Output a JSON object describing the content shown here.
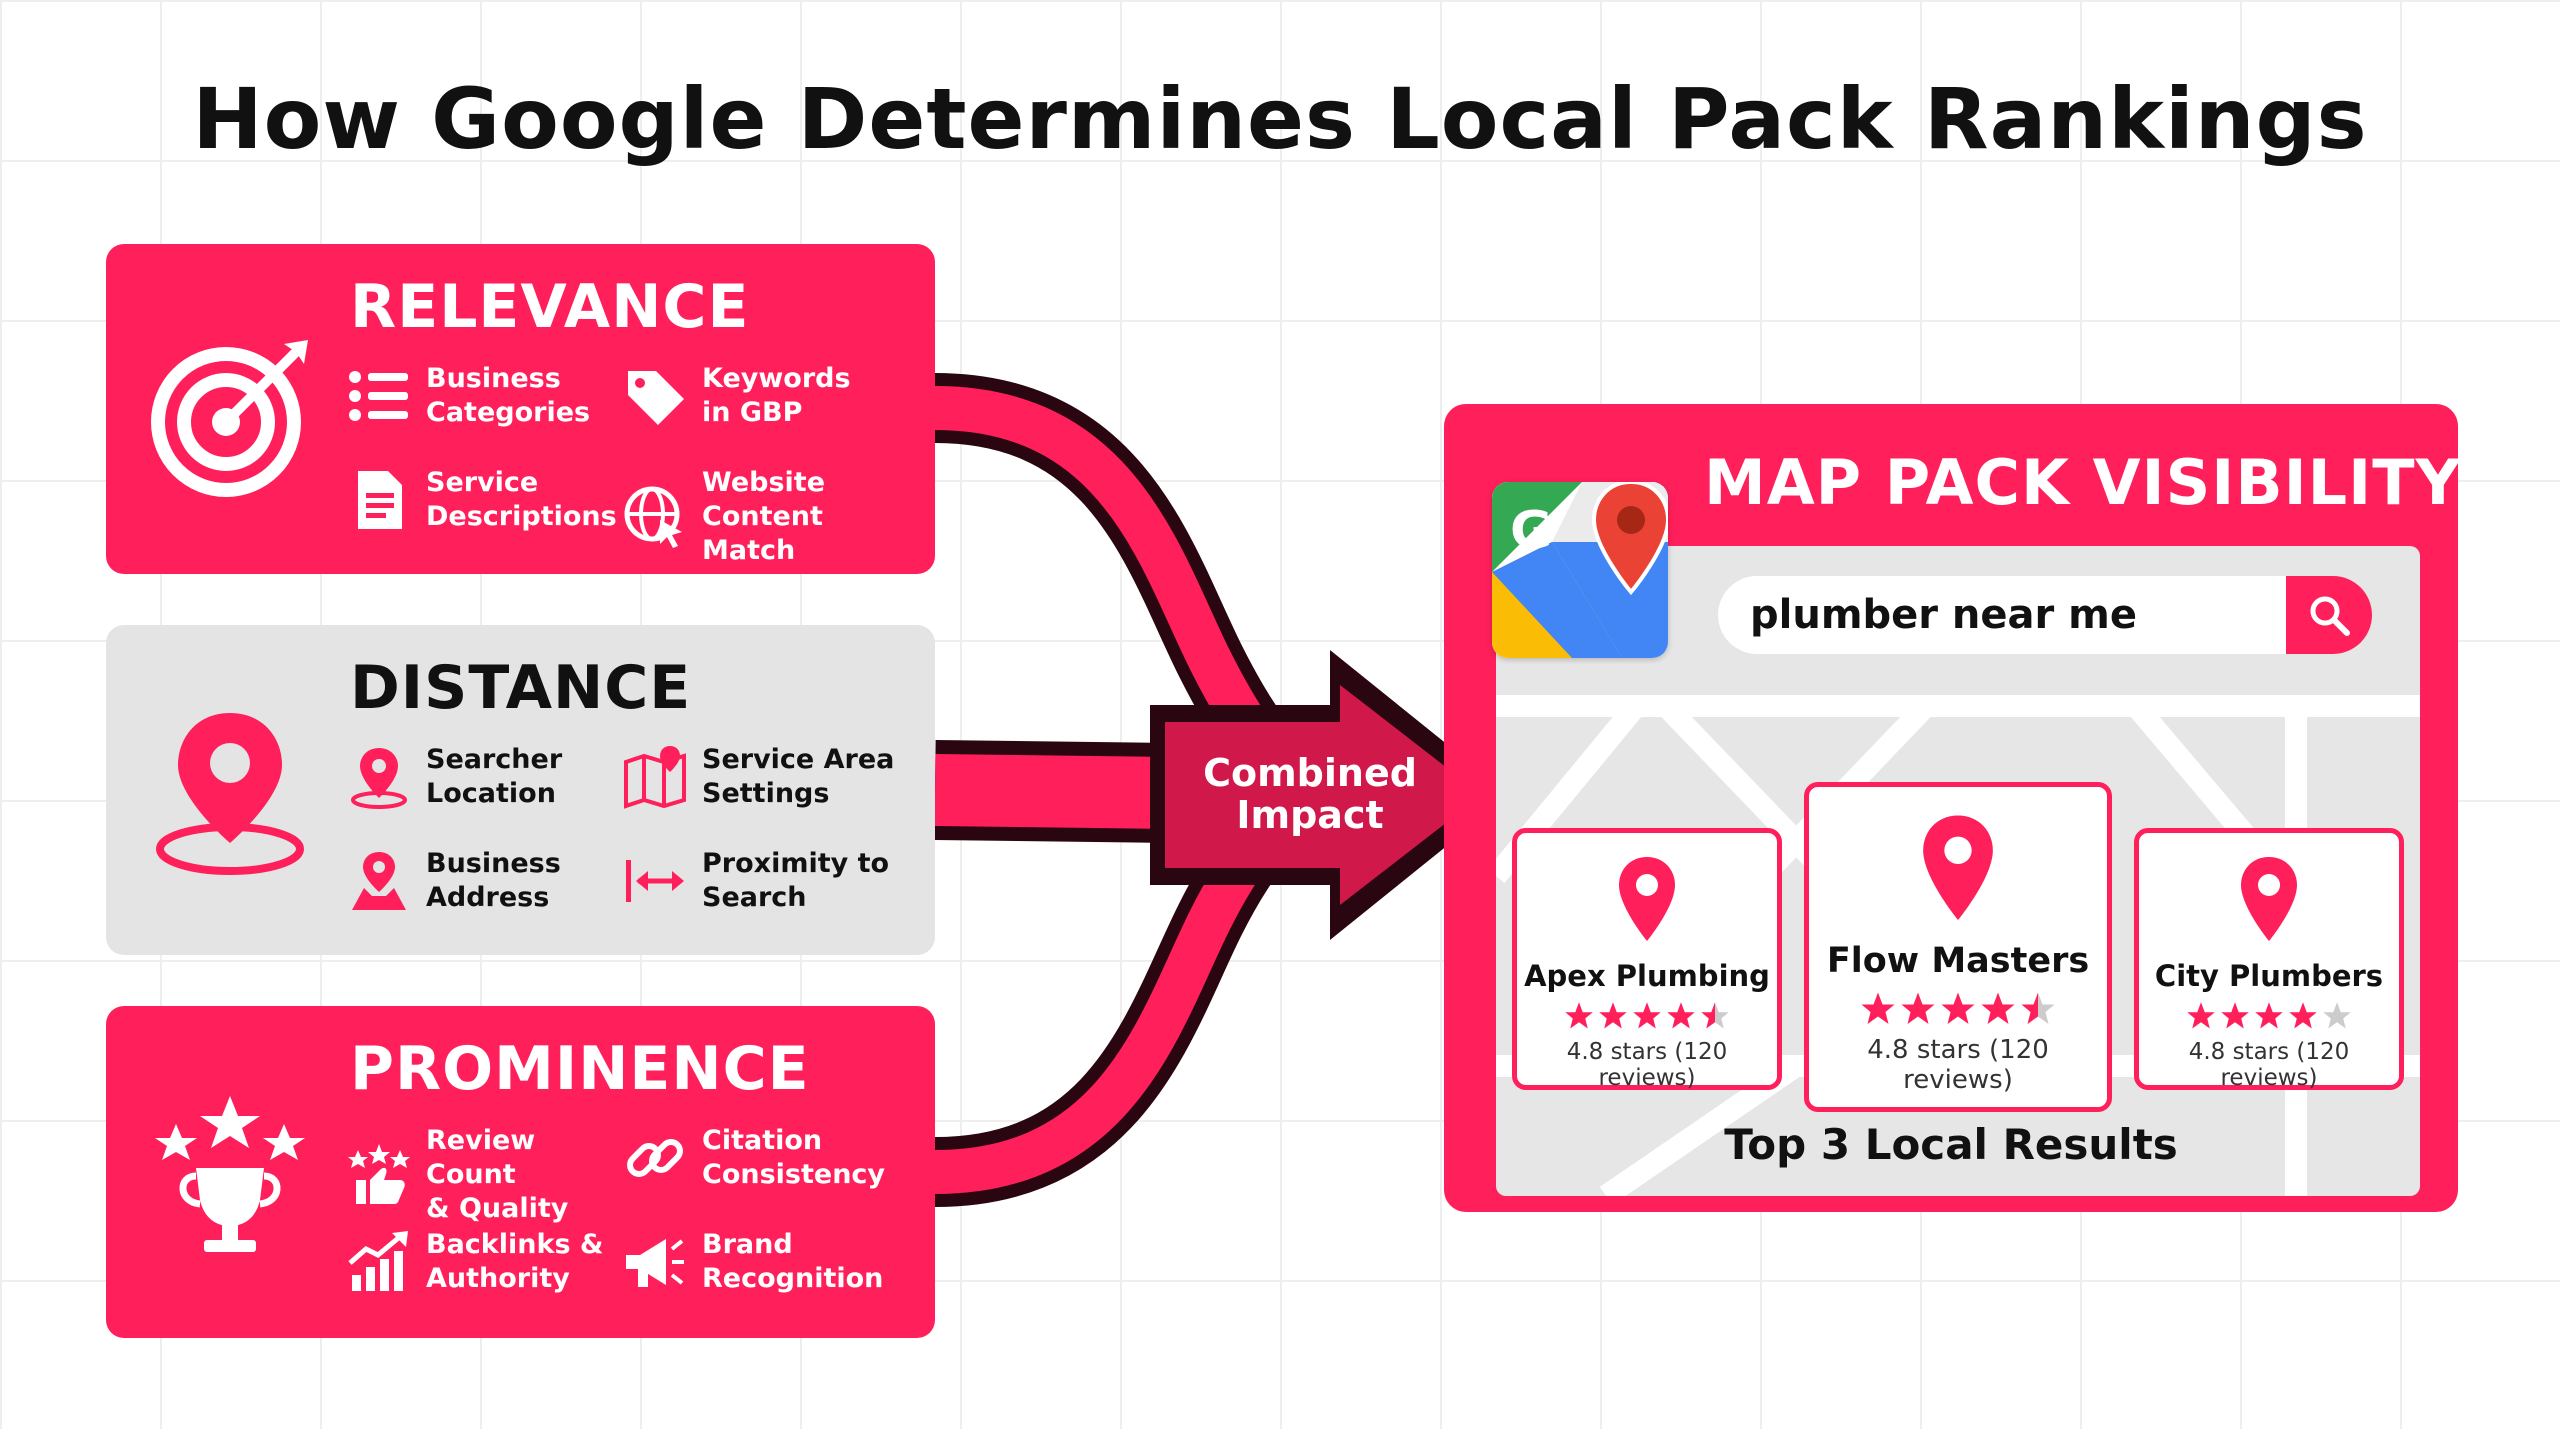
{
  "title": "How Google Determines Local Pack Rankings",
  "colors": {
    "accent": "#ff1f5a",
    "dark_arrow": "#2a0710",
    "card_grey": "#e4e4e4",
    "text_dark": "#111111",
    "star_empty": "#cccccc"
  },
  "factors": [
    {
      "heading": "RELEVANCE",
      "icon": "target-icon",
      "items": [
        {
          "label": "Business\nCategories",
          "icon": "list-icon"
        },
        {
          "label": "Keywords\nin GBP",
          "icon": "tag-icon"
        },
        {
          "label": "Service\nDescriptions",
          "icon": "document-icon"
        },
        {
          "label": "Website\nContent Match",
          "icon": "globe-cursor-icon"
        }
      ]
    },
    {
      "heading": "DISTANCE",
      "icon": "location-pin-icon",
      "items": [
        {
          "label": "Searcher\nLocation",
          "icon": "pin-icon"
        },
        {
          "label": "Service Area\nSettings",
          "icon": "map-icon"
        },
        {
          "label": "Business\nAddress",
          "icon": "person-pin-icon"
        },
        {
          "label": "Proximity to\nSearch",
          "icon": "double-arrow-icon"
        }
      ]
    },
    {
      "heading": "PROMINENCE",
      "icon": "trophy-stars-icon",
      "items": [
        {
          "label": "Review Count\n& Quality",
          "icon": "stars-thumb-icon"
        },
        {
          "label": "Citation\nConsistency",
          "icon": "chain-link-icon"
        },
        {
          "label": "Backlinks &\nAuthority",
          "icon": "growth-chart-icon"
        },
        {
          "label": "Brand\nRecognition",
          "icon": "megaphone-icon"
        }
      ]
    }
  ],
  "combined_label": "Combined\nImpact",
  "map_pack": {
    "title": "MAP PACK VISIBILITY",
    "search_text": "plumber near me",
    "results": [
      {
        "name": "Apex Plumbing",
        "rating": 4.5,
        "meta": "4.8 stars (120 reviews)"
      },
      {
        "name": "Flow Masters",
        "rating": 4.5,
        "meta": "4.8 stars (120 reviews)"
      },
      {
        "name": "City Plumbers",
        "rating": 4,
        "meta": "4.8 stars (120 reviews)"
      }
    ],
    "footer": "Top 3 Local Results"
  }
}
